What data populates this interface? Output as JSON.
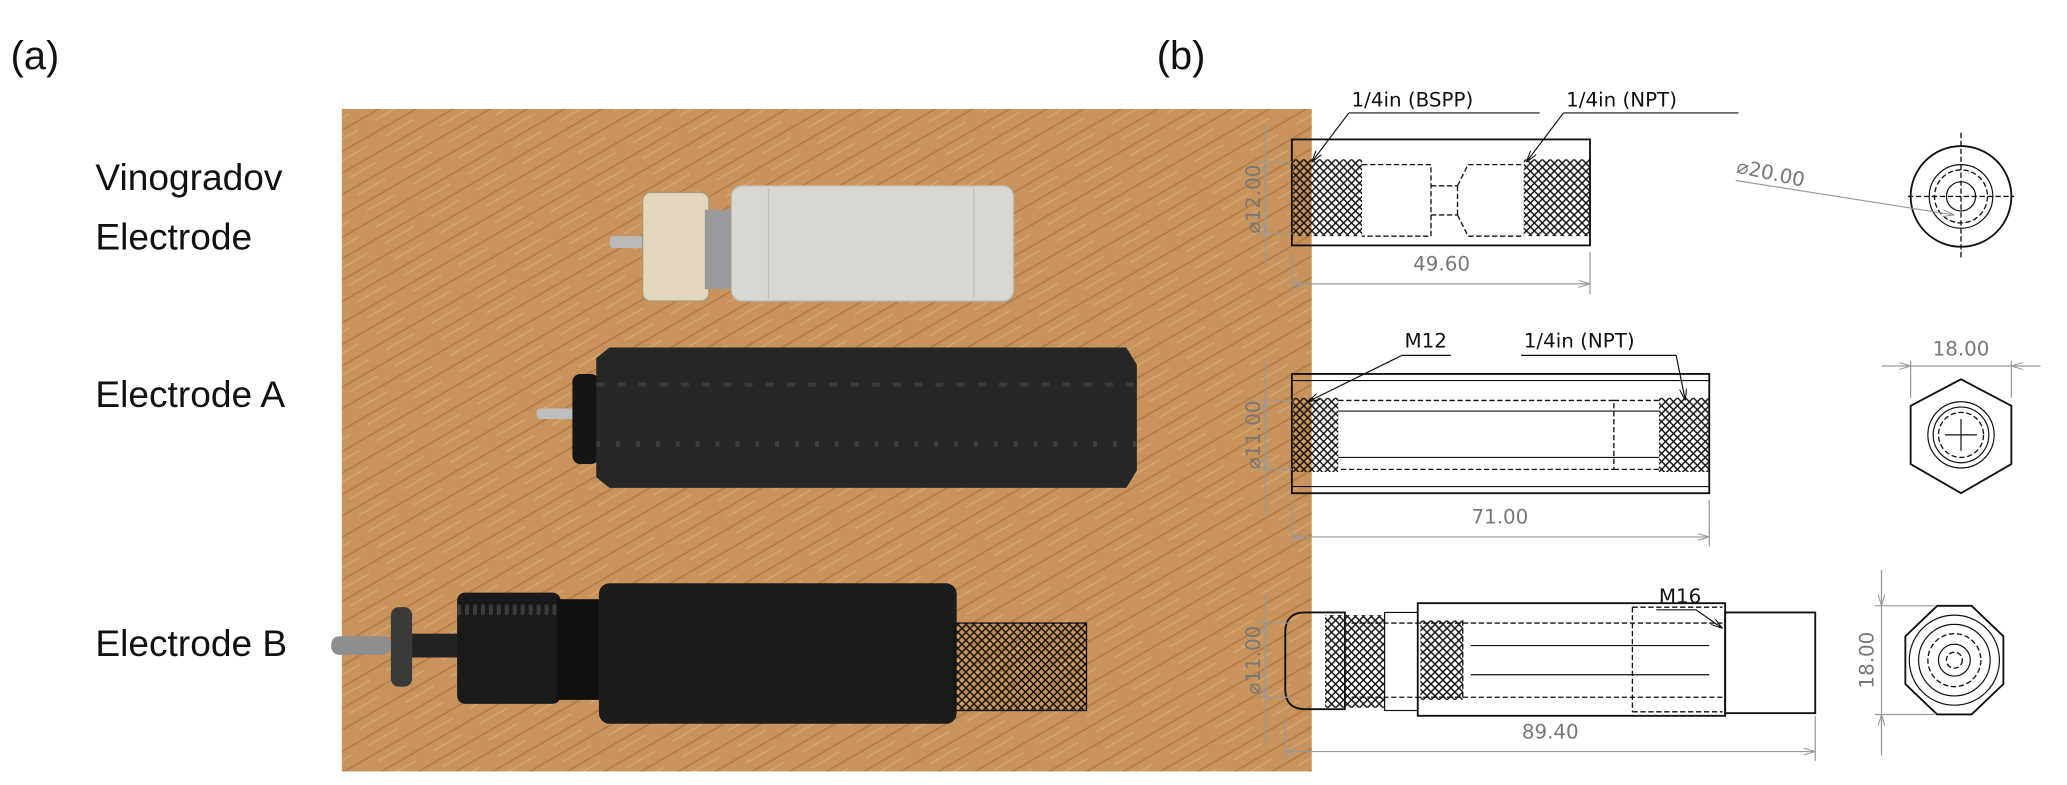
{
  "panels": {
    "a": "(a)",
    "b": "(b)"
  },
  "photo_labels": {
    "vinogradov_line1": "Vinogradov",
    "vinogradov_line2": "Electrode",
    "electrode_a": "Electrode A",
    "electrode_b": "Electrode B"
  },
  "drawings": {
    "vinogradov": {
      "thread_left": "1/4in (BSPP)",
      "thread_right": "1/4in (NPT)",
      "diameter": "⌀12.00",
      "length": "49.60",
      "outer_diameter": "⌀20.00"
    },
    "electrode_a": {
      "thread_left": "M12",
      "thread_right": "1/4in (NPT)",
      "diameter": "⌀11.00",
      "length": "71.00",
      "hex_width": "18.00"
    },
    "electrode_b": {
      "thread_right": "M16",
      "diameter": "⌀11.00",
      "length": "89.40",
      "end_width": "18.00"
    }
  },
  "colors": {
    "wood": "#c9935c",
    "white_body": "#d9d7d1",
    "black_body": "#262626"
  }
}
